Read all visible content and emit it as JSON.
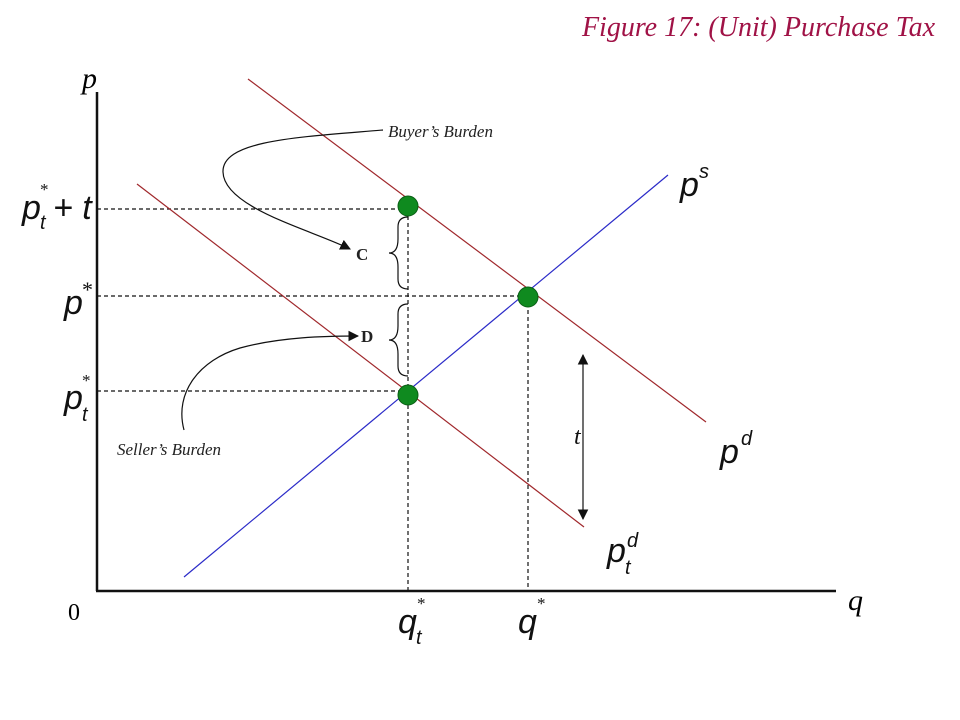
{
  "title": "Figure 17: (Unit) Purchase Tax",
  "colors": {
    "title": "#a01246",
    "supply": "#2b2bc8",
    "demand": "#a0282c",
    "point": "#0f8a1f",
    "axis": "#111111"
  },
  "axes": {
    "y_label": "p",
    "x_label": "q",
    "origin": "0"
  },
  "curves": {
    "supply": {
      "base": "p",
      "sup": "s"
    },
    "demand": {
      "base": "p",
      "sup": "d"
    },
    "taxed_demand": {
      "base": "p",
      "sup": "d",
      "sub": "t"
    }
  },
  "y_ticks": {
    "tax_price": {
      "base": "p",
      "sub": "t",
      "star": "*",
      "suffix": "+ t"
    },
    "equilibrium": {
      "base": "p",
      "star": "*"
    },
    "seller_price": {
      "base": "p",
      "sub": "t",
      "star": "*"
    }
  },
  "x_ticks": {
    "taxed_quantity": {
      "base": "q",
      "sub": "t",
      "star": "*"
    },
    "equilibrium_quantity": {
      "base": "q",
      "star": "*"
    }
  },
  "annotations": {
    "buyer_burden": "Buyer’s Burden",
    "seller_burden": "Seller’s Burden",
    "c_label": "C",
    "d_label": "D",
    "tax_label": "t"
  }
}
